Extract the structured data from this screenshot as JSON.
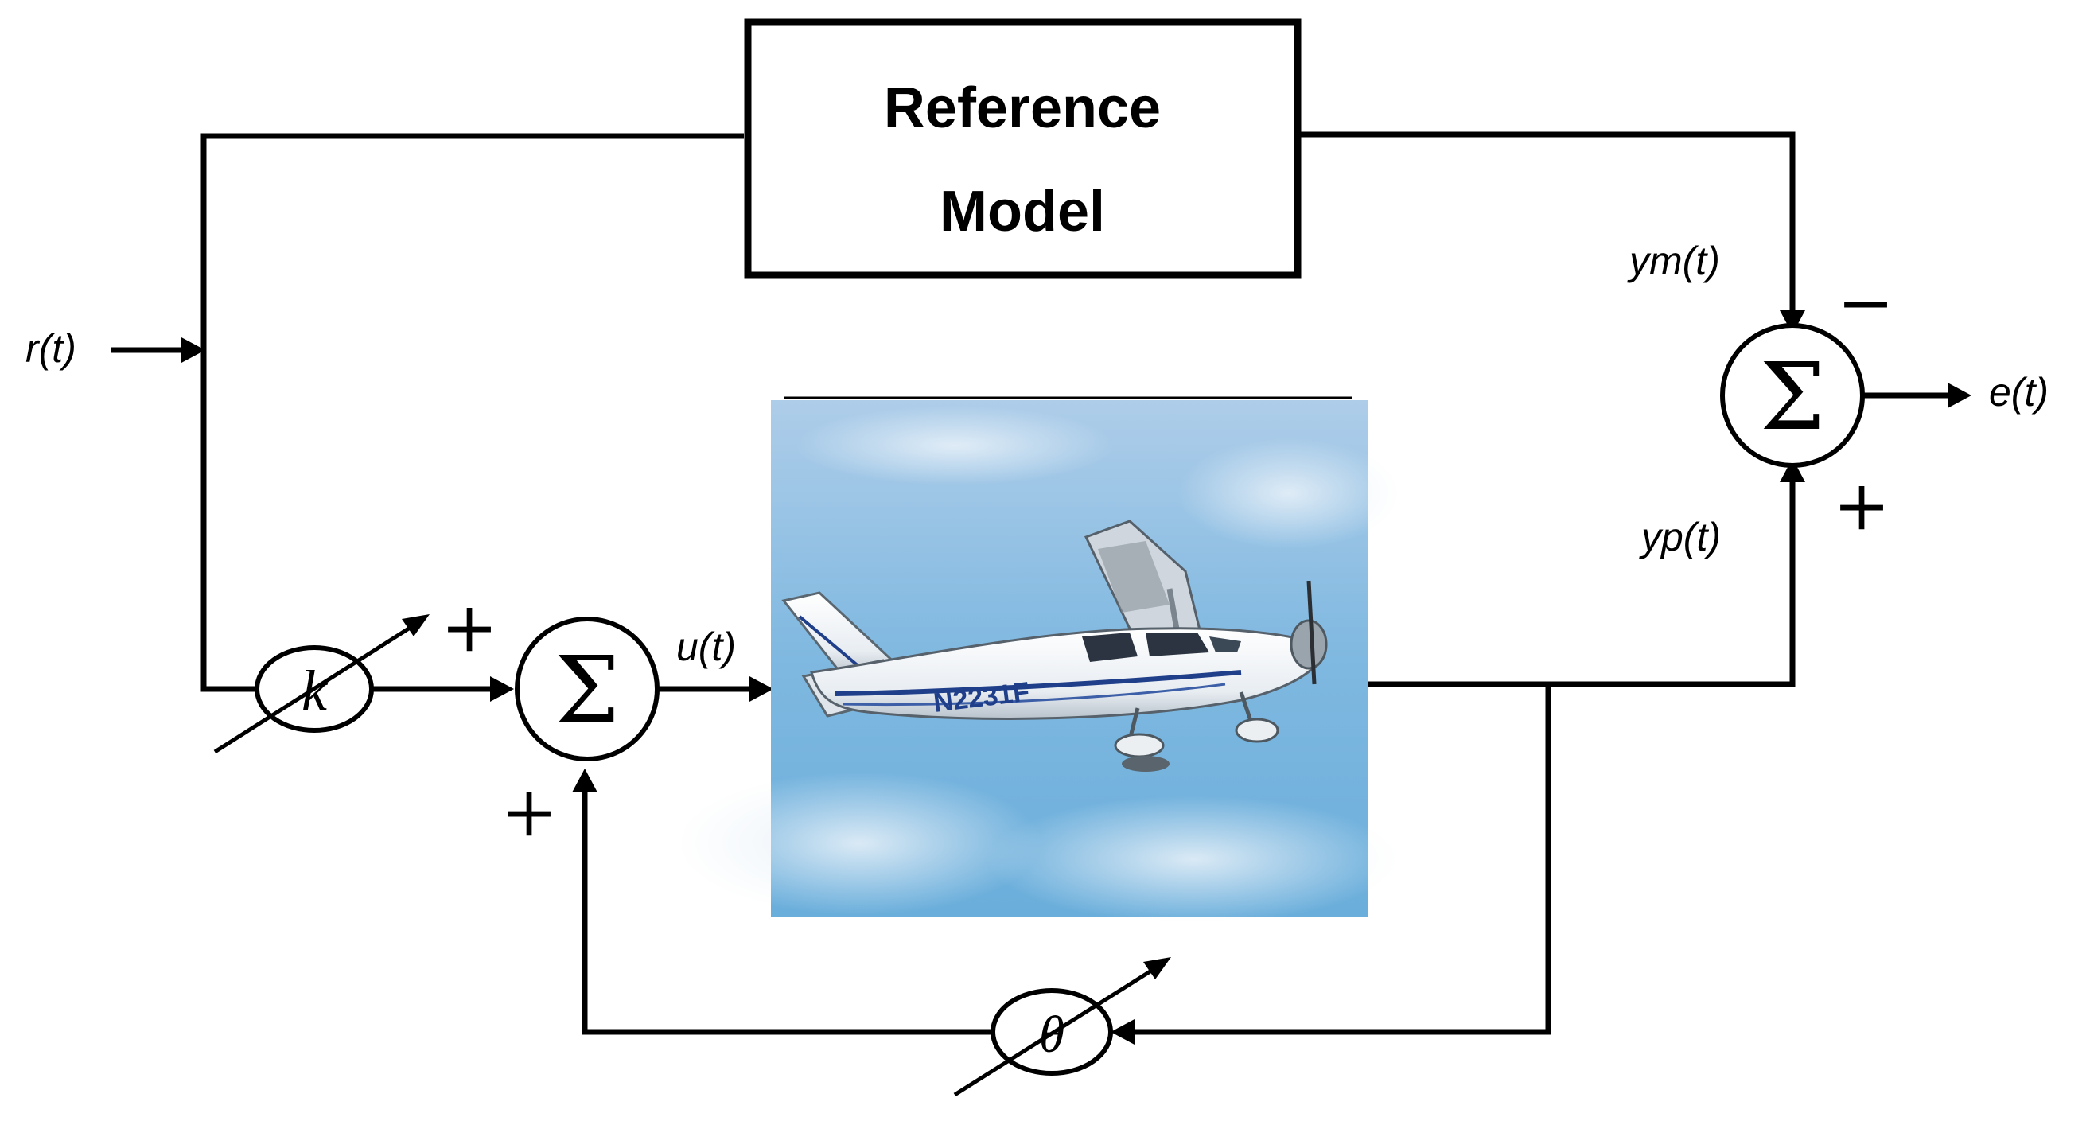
{
  "reference_model": {
    "line1": "Reference",
    "line2": "Model"
  },
  "signals": {
    "input": "r(t)",
    "control": "u(t)",
    "model_output": "ym(t)",
    "plant_output": "yp(t)",
    "error": "e(t)"
  },
  "gains": {
    "feedforward": "k",
    "feedback": "θ"
  },
  "summers": {
    "symbol": "Σ"
  },
  "signs": {
    "k_input": "+",
    "feedback_input": "+",
    "model_input": "−",
    "plant_input": "+"
  },
  "plant": {
    "registration": "N2231F",
    "image": "aircraft-photo"
  }
}
